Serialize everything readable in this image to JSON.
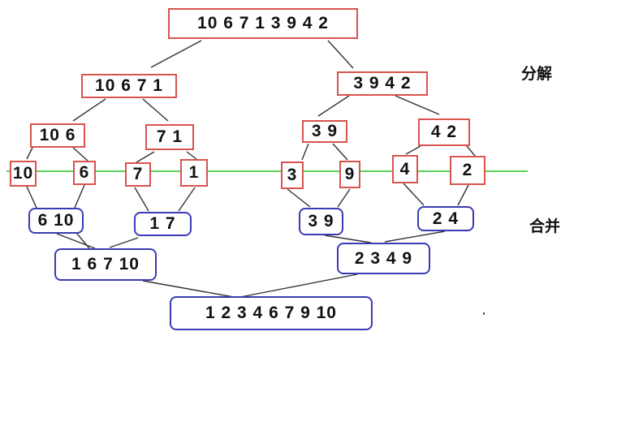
{
  "labels": {
    "split": "分解",
    "merge": "合并"
  },
  "colors": {
    "split_border": "#d9534f",
    "merge_border": "#3a3ab5",
    "divider": "#22c022",
    "connector": "#333333"
  },
  "split_nodes": [
    {
      "id": "s0",
      "text": "10 6 7 1 3 9 4 2"
    },
    {
      "id": "s1",
      "text": "10 6 7 1"
    },
    {
      "id": "s2",
      "text": "3 9 4 2"
    },
    {
      "id": "s3",
      "text": "10 6"
    },
    {
      "id": "s4",
      "text": "7 1"
    },
    {
      "id": "s5",
      "text": "3 9"
    },
    {
      "id": "s6",
      "text": "4 2"
    },
    {
      "id": "s7",
      "text": "10"
    },
    {
      "id": "s8",
      "text": "6"
    },
    {
      "id": "s9",
      "text": "7"
    },
    {
      "id": "s10",
      "text": "1"
    },
    {
      "id": "s11",
      "text": "3"
    },
    {
      "id": "s12",
      "text": "9"
    },
    {
      "id": "s13",
      "text": "4"
    },
    {
      "id": "s14",
      "text": "2"
    }
  ],
  "merge_nodes": [
    {
      "id": "m0",
      "text": "6 10"
    },
    {
      "id": "m1",
      "text": "1 7"
    },
    {
      "id": "m2",
      "text": "3 9"
    },
    {
      "id": "m3",
      "text": "2 4"
    },
    {
      "id": "m4",
      "text": "1 6 7 10"
    },
    {
      "id": "m5",
      "text": "2 3 4 9"
    },
    {
      "id": "m6",
      "text": "1 2 3 4 6 7 9 10"
    }
  ]
}
